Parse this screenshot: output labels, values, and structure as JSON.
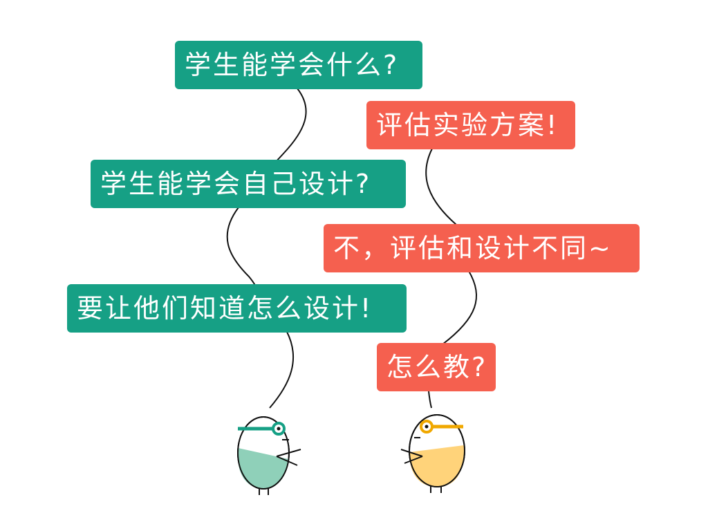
{
  "colors": {
    "teacher_bubble": "#16a085",
    "student_bubble": "#f5604f",
    "teacher_body": "#8fd0b9",
    "student_body": "#ffd37a",
    "teacher_glasses": "#16a085",
    "student_glasses": "#f0a800"
  },
  "dialogue": {
    "left": [
      "学生能学会什么?",
      "学生能学会自己设计?",
      "要让他们知道怎么设计!"
    ],
    "right": [
      "评估实验方案!",
      "不，评估和设计不同~",
      "怎么教?"
    ]
  }
}
